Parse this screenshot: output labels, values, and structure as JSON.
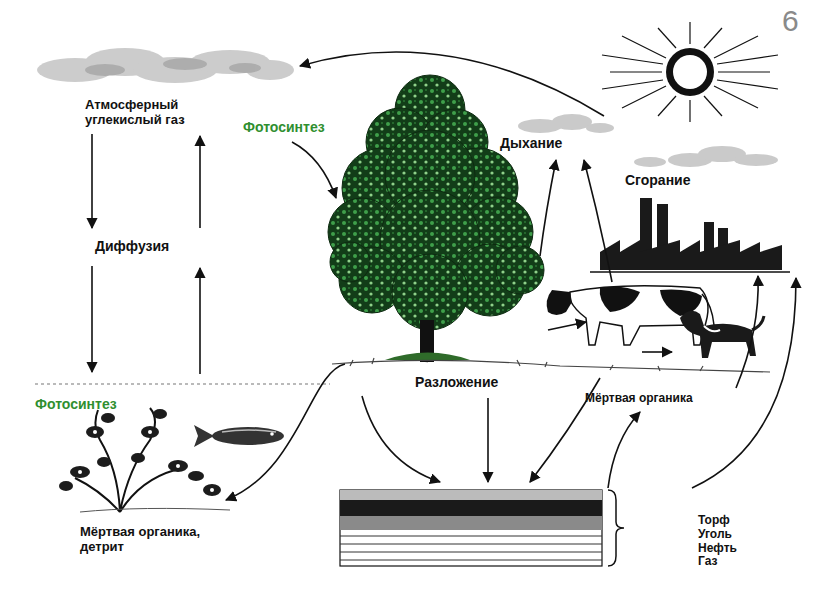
{
  "diagram": {
    "nodes": [
      {
        "text": [
          "Атмосферный углекислый газ"
        ]
      },
      {
        "text": [
          "Торф Уголь Нефть Газ"
        ]
      }
    ],
    "labels": [
      "6",
      "Фотосинтез",
      "Дыхание",
      "Сгорание",
      "Диффузия",
      "Фотосинтез",
      "Разложение",
      "Мёртвая органика",
      "Мёртвая органика, детрит"
    ]
  }
}
